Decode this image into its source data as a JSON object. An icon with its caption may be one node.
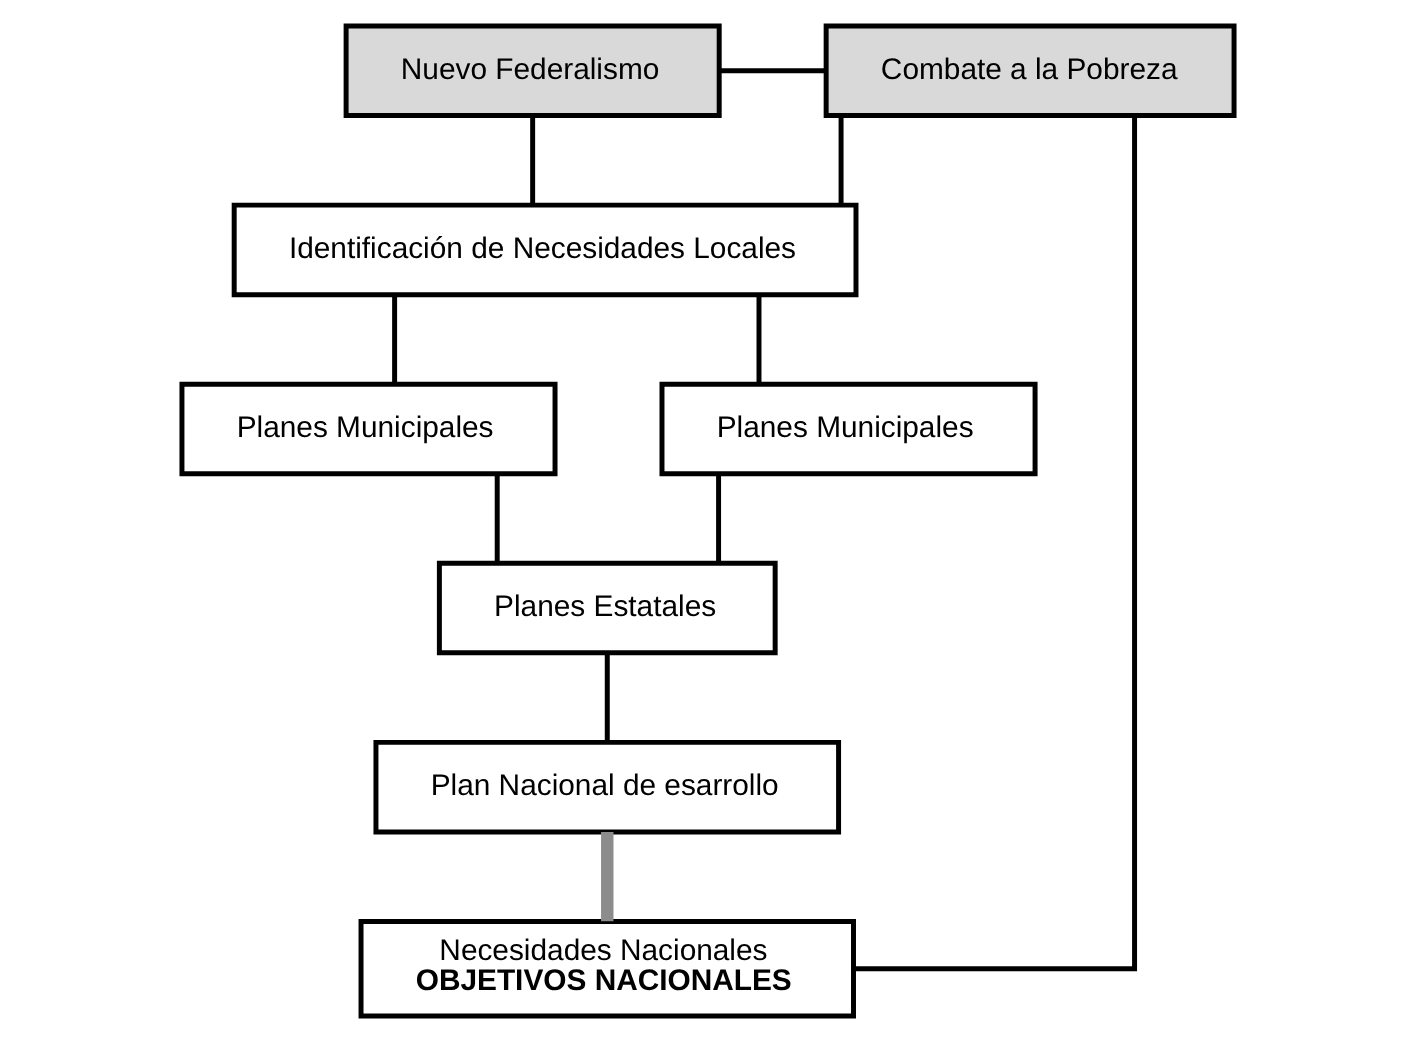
{
  "diagram": {
    "nodes": [
      {
        "text": [
          "Nuevo Federalismo"
        ]
      },
      {
        "text": [
          "Combate a la Pobreza"
        ]
      },
      {
        "text": [
          "Identificación de Necesidades Locales"
        ]
      },
      {
        "text": [
          "Planes Municipales"
        ]
      },
      {
        "text": [
          "Planes Municipales"
        ]
      },
      {
        "text": [
          "Planes Estatales"
        ]
      },
      {
        "text": [
          "Plan Nacional de esarrollo"
        ]
      },
      {
        "text": [
          "Necesidades Nacionales",
          "OBJETIVOS NACIONALES"
        ]
      }
    ],
    "edges": [
      {
        "from": 0,
        "to": 1,
        "arrow": "none"
      },
      {
        "from": 0,
        "to": 2,
        "arrow": "none"
      },
      {
        "from": 1,
        "to": 2,
        "arrow": "none"
      },
      {
        "from": 2,
        "to": 3,
        "arrow": "none"
      },
      {
        "from": 2,
        "to": 4,
        "arrow": "none"
      },
      {
        "from": 3,
        "to": 5,
        "arrow": "none"
      },
      {
        "from": 4,
        "to": 5,
        "arrow": "none"
      },
      {
        "from": 5,
        "to": 6,
        "arrow": "none"
      },
      {
        "from": 6,
        "to": 7,
        "arrow": "none",
        "style": "thick",
        "color": "#8c8c8c"
      },
      {
        "from": 1,
        "to": 7,
        "arrow": "none"
      }
    ]
  }
}
